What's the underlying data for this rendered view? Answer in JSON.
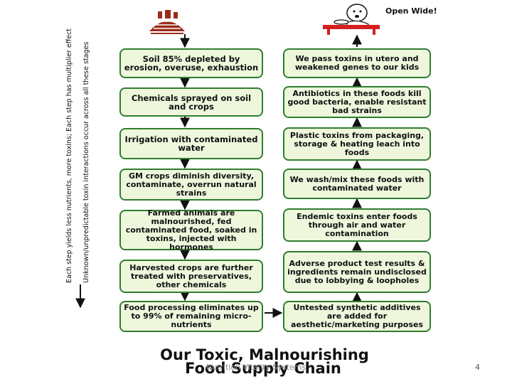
{
  "left_column": [
    "Soil 85% depleted by erosion, overuse, exhaustion",
    "Chemicals sprayed on soil and crops",
    "Irrigation with contaminated water",
    "GM crops diminish diversity, contaminate, overrun natural strains",
    "Farmed animals are malnourished, fed contaminated food, soaked in toxins, injected with hormones",
    "Harvested crops are further treated with preservatives, other chemicals",
    "Food processing eliminates up to 99% of remaining micro-nutrients"
  ],
  "right_column": [
    "We pass toxins in utero and weakened genes to our kids",
    "Antibiotics in these foods kill good bacteria, enable resistant bad strains",
    "Plastic toxins from packaging, storage & heating leach into foods",
    "We wash/mix these foods with contaminated water",
    "Endemic toxins enter foods through air and water contamination",
    "Adverse product test results & ingredients remain undisclosed due to lobbying & loopholes",
    "Untested synthetic additives are added for aesthetic/marketing purposes"
  ],
  "side_note_line1": "Each step yields less nutrients, more toxins; Each step has multiplier effect",
  "side_note_line2": "Unknown/unpredictable toxin interactions occur across all these stages",
  "open_wide_label": "Open Wide!",
  "title_line1": "Our Toxic, Malnourishing",
  "title_line2": "Food Supply Chain",
  "footer_text": "Nutrition Vitality Systems",
  "page_number": "4",
  "icons": [
    "farm-field-icon",
    "person-eating-icon"
  ],
  "colors": {
    "box_border": "#2f7d2f",
    "box_fill": "#eef7dc",
    "farm_icon": "#9b2d1a",
    "table_icon": "#d42020"
  }
}
